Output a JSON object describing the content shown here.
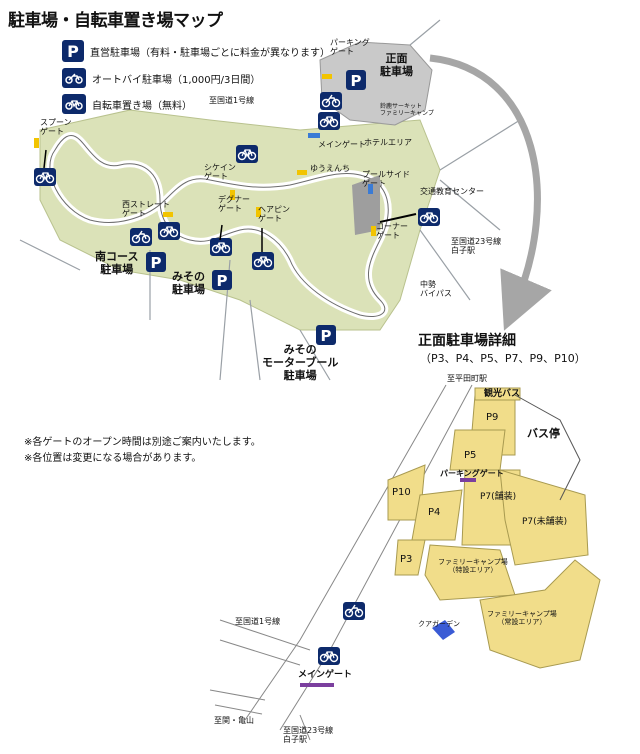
{
  "title": "駐車場・自転車置き場マップ",
  "legend": {
    "p_icon": "P",
    "items": [
      {
        "icon": "parking-p-icon",
        "text": "直営駐車場（有料・駐車場ごとに料金が異なります）"
      },
      {
        "icon": "motorcycle-icon",
        "text": "オートバイ駐車場（1,000円/3日間）"
      },
      {
        "icon": "bicycle-icon",
        "text": "自転車置き場（無料）"
      }
    ]
  },
  "main_map": {
    "labels": {
      "spoon_gate": "スプーン\nゲート",
      "nishi_straight_gate": "西ストレート\nゲート",
      "minami_course": "南コース\n駐車場",
      "hairpin_gate": "シケイン\nゲート",
      "degner_gate": "デグナー\nゲート",
      "hairpin2_gate": "ヘアピン\nゲート",
      "miso": "みその\n駐車場",
      "miso_pool": "みその\nモーターブール\n駐車場",
      "route1": "至国道1号線",
      "parking_gate": "パーキング\nゲート",
      "shomen": "正面\n駐車場",
      "main_gate": "メインゲート",
      "hotel": "ホテルエリア",
      "yuenchi": "ゆうえんち",
      "pool_side_gate": "プールサイド\nゲート",
      "kotsu": "交通教育センター",
      "corner_gate": "コーナー\nゲート",
      "route23": "至国道23号線\n白子駅",
      "chusei": "中勢\nバイパス",
      "family_camp": "鈴鹿サーキット\nファミリーキャンプ"
    }
  },
  "detail": {
    "title": "正面駐車場詳細",
    "subtitle": "（P3、P4、P5、P7、P9、P10）",
    "labels": {
      "hirata": "至平田町駅",
      "kanko_bus": "観光バス",
      "bus_stop": "バス停",
      "p9": "P9",
      "p5": "P5",
      "parking_gate": "パーキングゲート",
      "p10": "P10",
      "p4": "P4",
      "p7_paved": "P7(舗装)",
      "p7_unpaved": "P7(未舗装)",
      "p3": "P3",
      "camp_special": "ファミリーキャンプ場\n（特設エリア）",
      "camp_regular": "ファミリーキャンプ場\n（常設エリア）",
      "aqua": "クアガーデン",
      "route1": "至国道1号線",
      "main_gate": "メインゲート",
      "kokufu": "至関・亀山",
      "route23": "至国道23号線\n白子駅"
    }
  },
  "notes": [
    "※各ゲートのオープン時間は別途ご案内いたします。",
    "※各位置は変更になる場合があります。"
  ],
  "colors": {
    "navy": "#0d2a6b",
    "area_green": "#dbe2b8",
    "parking_yellow": "#f1dd8a",
    "road_gray": "#9aa0a6",
    "track": "#ffffff",
    "arrow": "#a6a6a6",
    "main_gate_purple": "#7b3f9e",
    "gate_yellow": "#f2c400",
    "gate_blue": "#3a7bd5"
  }
}
